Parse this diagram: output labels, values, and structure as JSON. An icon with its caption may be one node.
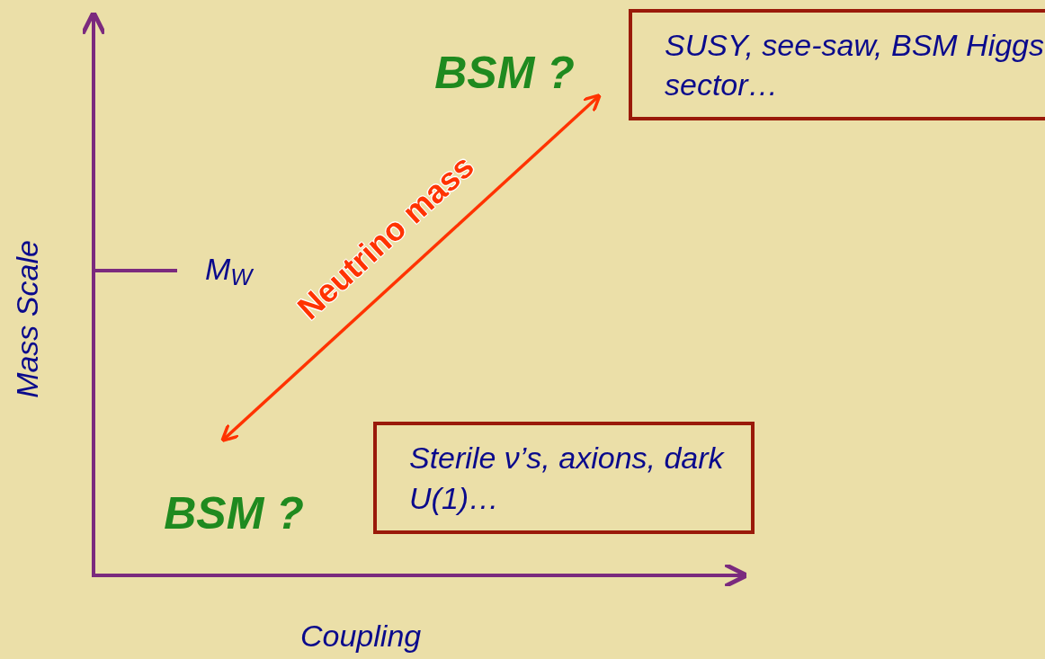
{
  "diagram": {
    "nodes": [
      {
        "text": [
          "BSM ?"
        ]
      },
      {
        "text": [
          "SUSY, see-saw, BSM Higgs sector…"
        ]
      },
      {
        "text": [
          "BSM ?"
        ]
      },
      {
        "text": [
          "Sterile ν’s, axions, dark U(1)…"
        ]
      }
    ],
    "edges": [
      {
        "from": 2,
        "to": 0,
        "arrow": "both",
        "label": "Neutrino mass"
      }
    ],
    "labels": [
      "Mass Scale",
      "M$_{W}$",
      "Coupling"
    ]
  }
}
